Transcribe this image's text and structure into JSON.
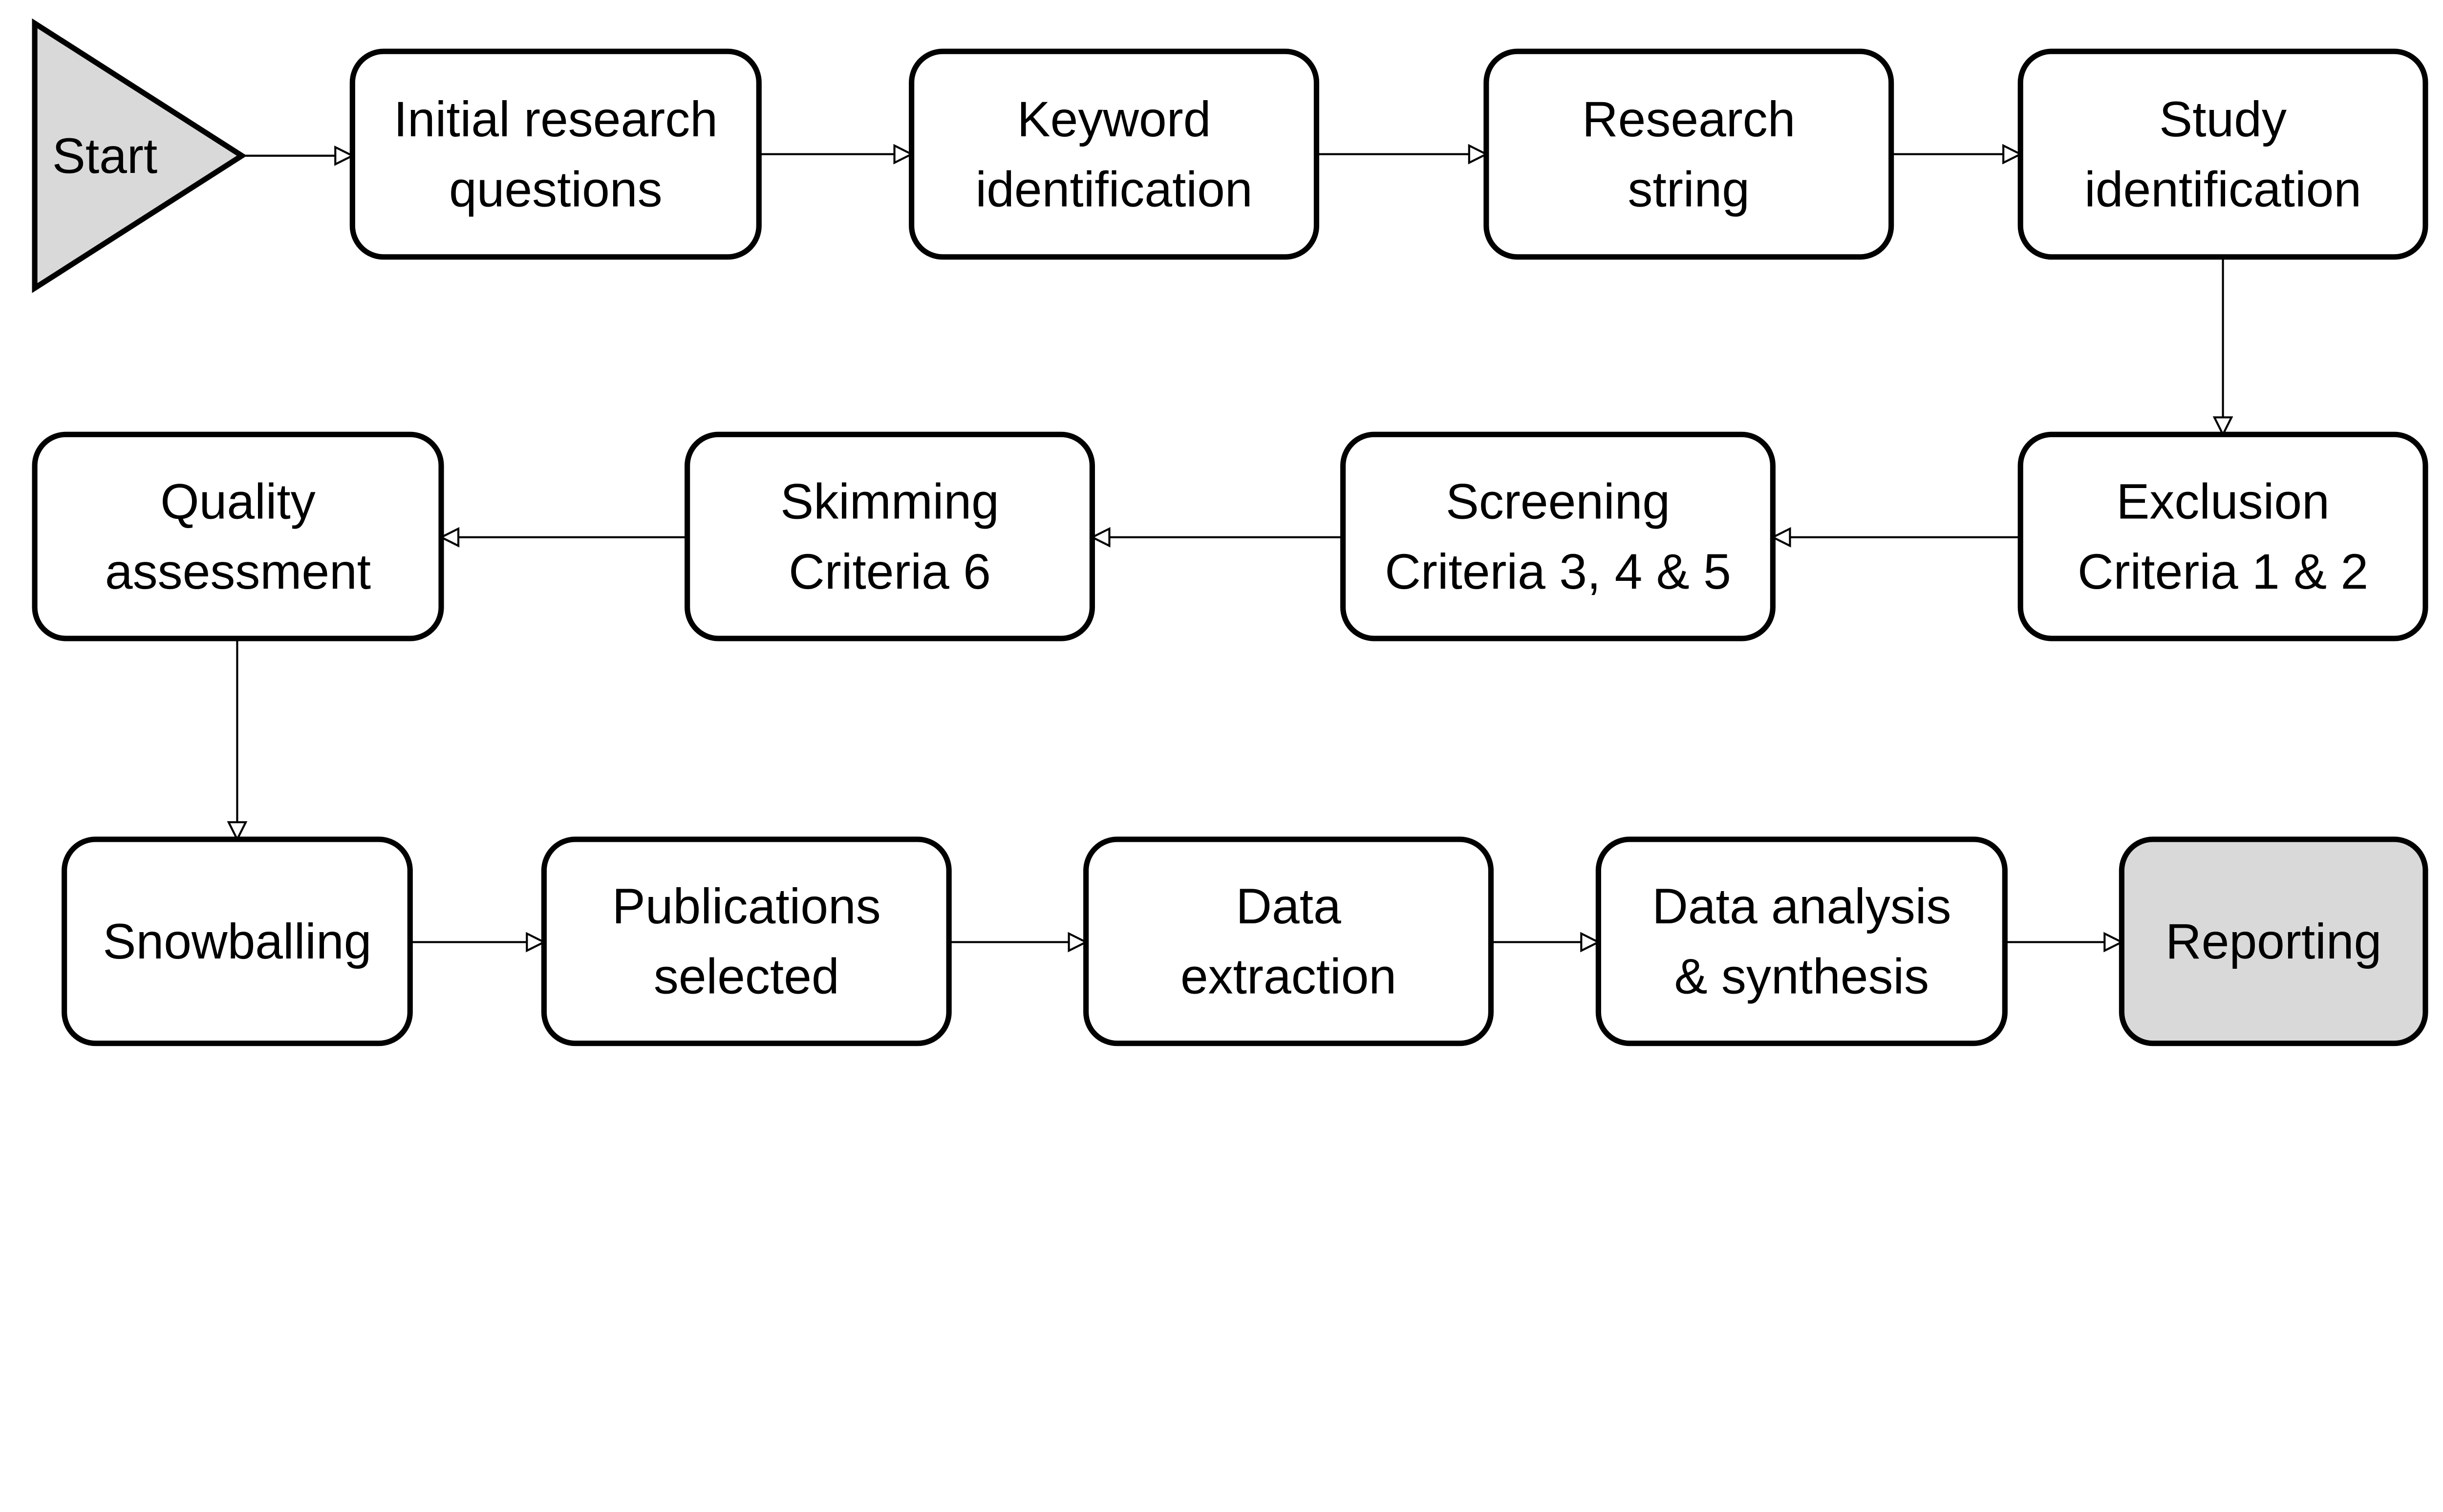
{
  "diagram": {
    "type": "flowchart",
    "nodes": [
      {
        "id": "start",
        "shape": "triangle",
        "fill": "#d9d9d9",
        "lines": [
          "Start"
        ]
      },
      {
        "id": "initial",
        "lines": [
          "Initial research",
          "questions"
        ]
      },
      {
        "id": "keyword",
        "lines": [
          "Keyword",
          "identification"
        ]
      },
      {
        "id": "string",
        "lines": [
          "Research",
          "string"
        ]
      },
      {
        "id": "study",
        "lines": [
          "Study",
          "identification"
        ]
      },
      {
        "id": "exclusion",
        "lines": [
          "Exclusion",
          "Criteria 1 & 2"
        ]
      },
      {
        "id": "screening",
        "lines": [
          "Screening",
          "Criteria 3, 4 & 5"
        ]
      },
      {
        "id": "skimming",
        "lines": [
          "Skimming",
          "Criteria 6"
        ]
      },
      {
        "id": "quality",
        "lines": [
          "Quality",
          "assessment"
        ]
      },
      {
        "id": "snowballing",
        "lines": [
          "Snowballing"
        ]
      },
      {
        "id": "publications",
        "lines": [
          "Publications",
          "selected"
        ]
      },
      {
        "id": "extraction",
        "lines": [
          "Data",
          "extraction"
        ]
      },
      {
        "id": "analysis",
        "lines": [
          "Data analysis",
          "& synthesis"
        ]
      },
      {
        "id": "reporting",
        "fill": "#d9d9d9",
        "lines": [
          "Reporting"
        ]
      }
    ],
    "edges": [
      [
        "start",
        "initial"
      ],
      [
        "initial",
        "keyword"
      ],
      [
        "keyword",
        "string"
      ],
      [
        "string",
        "study"
      ],
      [
        "study",
        "exclusion"
      ],
      [
        "exclusion",
        "screening"
      ],
      [
        "screening",
        "skimming"
      ],
      [
        "skimming",
        "quality"
      ],
      [
        "quality",
        "snowballing"
      ],
      [
        "snowballing",
        "publications"
      ],
      [
        "publications",
        "extraction"
      ],
      [
        "extraction",
        "analysis"
      ],
      [
        "analysis",
        "reporting"
      ]
    ]
  }
}
